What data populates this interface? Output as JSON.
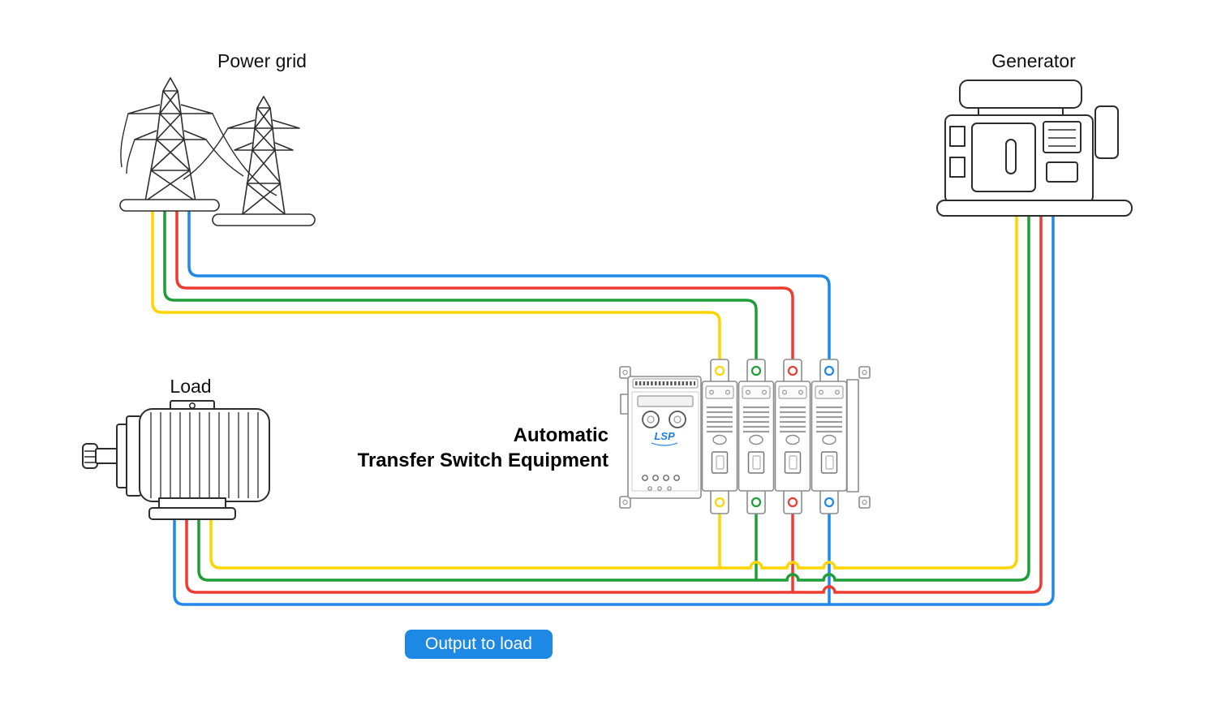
{
  "labels": {
    "power_grid": "Power grid",
    "generator": "Generator",
    "load": "Load",
    "ats_title_line1": "Automatic",
    "ats_title_line2": "Transfer Switch Equipment",
    "output_to_load": "Output to load"
  },
  "device": {
    "brand": "LSP"
  },
  "colors": {
    "wire_yellow": "#FFD400",
    "wire_green": "#1E9E37",
    "wire_red": "#EF3B30",
    "wire_blue": "#2088E8",
    "button_background": "#1E88E5",
    "button_text": "#FFFFFF",
    "line_art": "#2D2D2D",
    "device_gray": "#8C8C8C",
    "brand_blue": "#1A7EE6"
  }
}
